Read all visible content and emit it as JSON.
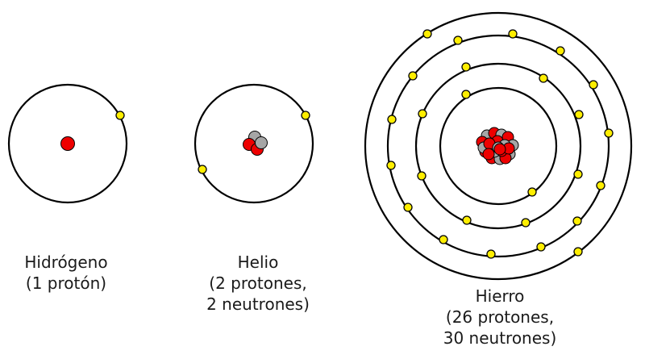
{
  "colors": {
    "orbit": "#000000",
    "electron": "#ffee00",
    "electron_outline": "#000000",
    "proton": "#ee0000",
    "neutron": "#a6a6a6"
  },
  "atoms": [
    {
      "id": "hydrogen",
      "caption": [
        "Hidrógeno",
        "(1 protón)"
      ],
      "protons": 1,
      "neutrons": 0,
      "electrons": 1,
      "shells": [
        1
      ]
    },
    {
      "id": "helium",
      "caption": [
        "Helio",
        "(2 protones,",
        "2 neutrones)"
      ],
      "protons": 2,
      "neutrons": 2,
      "electrons": 2,
      "shells": [
        2
      ]
    },
    {
      "id": "iron",
      "caption": [
        "Hierro",
        "(26 protones,",
        "30 neutrones)"
      ],
      "protons": 26,
      "neutrons": 30,
      "electrons": 26,
      "shells": [
        2,
        8,
        14,
        2
      ]
    }
  ],
  "icons": {
    "electron": "electron-icon",
    "proton": "proton-icon",
    "neutron": "neutron-icon"
  }
}
